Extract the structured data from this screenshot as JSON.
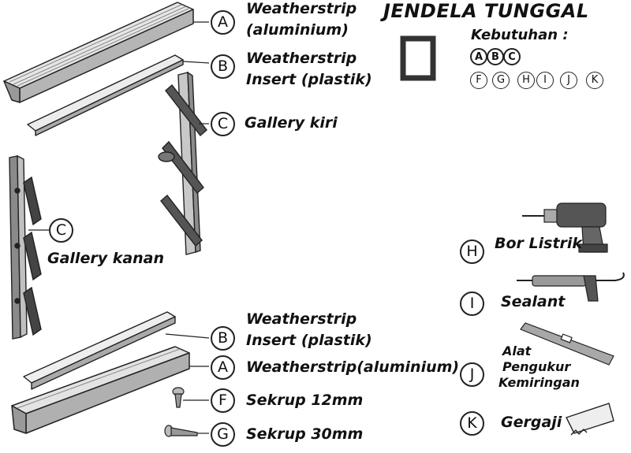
{
  "title": "JENDELA TUNGGAL",
  "requirements": {
    "heading": "Kebutuhan :",
    "required_bold": [
      "A",
      "B",
      "C"
    ],
    "required_other": [
      "F",
      "G",
      "H",
      "I",
      "J",
      "K"
    ]
  },
  "parts": {
    "a_top": {
      "letter": "A",
      "line1": "Weatherstrip",
      "line2": "(aluminium)"
    },
    "b_top": {
      "letter": "B",
      "line1": "Weatherstrip",
      "line2": "Insert (plastik)"
    },
    "c_left": {
      "letter": "C",
      "label": "Gallery kiri"
    },
    "c_right": {
      "letter": "C",
      "label": "Gallery kanan"
    },
    "b_bottom": {
      "letter": "B",
      "line1": "Weatherstrip",
      "line2": "Insert (plastik)"
    },
    "a_bottom": {
      "letter": "A",
      "label": "Weatherstrip(aluminium)"
    },
    "f": {
      "letter": "F",
      "label": "Sekrup 12mm"
    },
    "g": {
      "letter": "G",
      "label": "Sekrup 30mm"
    }
  },
  "tools": {
    "h": {
      "letter": "H",
      "label": "Bor Listrik"
    },
    "i": {
      "letter": "I",
      "label": "Sealant"
    },
    "j": {
      "letter": "J",
      "line1": "Alat",
      "line2": "Pengukur",
      "line3": "Kemiringan"
    },
    "k": {
      "letter": "K",
      "label": "Gergaji"
    }
  }
}
